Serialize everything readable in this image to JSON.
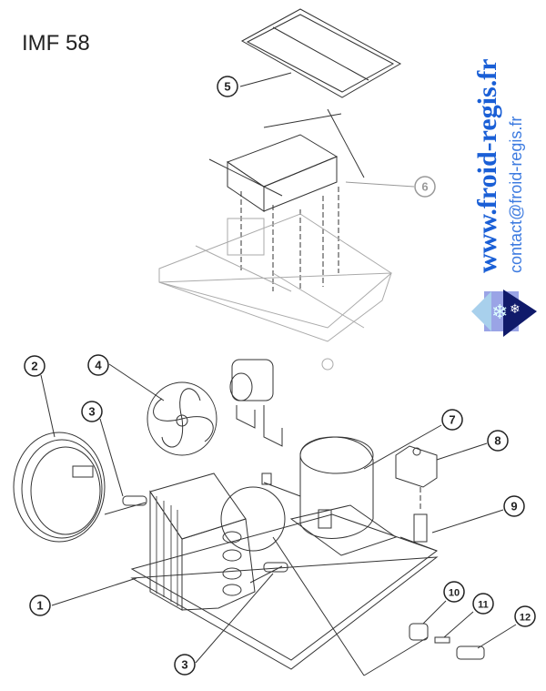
{
  "title": "IMF 58",
  "watermark": {
    "url": "www.froid-regis.fr",
    "email": "contact@froid-regis.fr"
  },
  "callouts": [
    {
      "label": "5",
      "style": "dark"
    },
    {
      "label": "6",
      "style": "gray"
    },
    {
      "label": "2",
      "style": "dark"
    },
    {
      "label": "4",
      "style": "dark"
    },
    {
      "label": "3",
      "style": "dark"
    },
    {
      "label": "7",
      "style": "dark"
    },
    {
      "label": "8",
      "style": "dark"
    },
    {
      "label": "9",
      "style": "dark"
    },
    {
      "label": "1",
      "style": "dark"
    },
    {
      "label": "3",
      "style": "dark"
    },
    {
      "label": "10",
      "style": "dark"
    },
    {
      "label": "11",
      "style": "dark"
    },
    {
      "label": "12",
      "style": "dark"
    }
  ]
}
